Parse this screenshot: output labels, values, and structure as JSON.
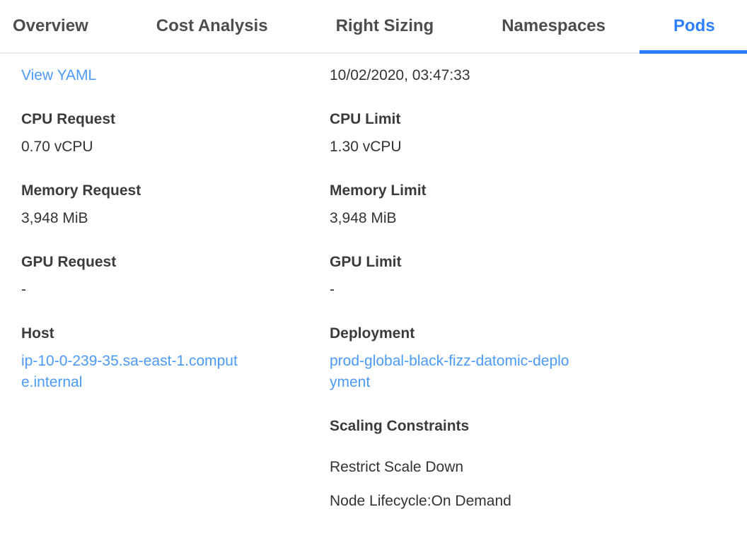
{
  "colors": {
    "accent_blue": "#2d7ff9",
    "link_blue": "#4b9af5",
    "tab_inactive": "#4d4d4d",
    "label_gray": "#3b3b3b",
    "value_gray": "#333333",
    "divider_gray": "#ececec"
  },
  "tabs": [
    {
      "label": "Overview",
      "active": false
    },
    {
      "label": "Cost Analysis",
      "active": false
    },
    {
      "label": "Right Sizing",
      "active": false
    },
    {
      "label": "Namespaces",
      "active": false
    },
    {
      "label": "Pods",
      "active": true
    }
  ],
  "panel": {
    "left": {
      "view_yaml_label": "View YAML",
      "fields": [
        {
          "label": "CPU Request",
          "value": "0.70 vCPU"
        },
        {
          "label": "Memory Request",
          "value": "3,948 MiB"
        },
        {
          "label": "GPU Request",
          "value": "-"
        },
        {
          "label": "Host",
          "value": "ip-10-0-239-35.sa-east-1.compute.internal",
          "is_link": true
        }
      ]
    },
    "right": {
      "timestamp": "10/02/2020, 03:47:33",
      "fields": [
        {
          "label": "CPU Limit",
          "value": "1.30 vCPU"
        },
        {
          "label": "Memory Limit",
          "value": "3,948 MiB"
        },
        {
          "label": "GPU Limit",
          "value": "-"
        },
        {
          "label": "Deployment",
          "value": "prod-global-black-fizz-datomic-deployment",
          "is_link": true
        }
      ],
      "scaling": {
        "label": "Scaling Constraints",
        "items": [
          "Restrict Scale Down",
          "Node Lifecycle:On Demand"
        ]
      }
    }
  }
}
